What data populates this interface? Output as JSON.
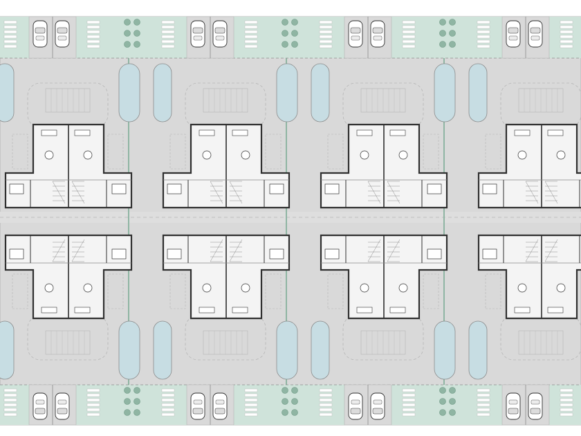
{
  "drawing": {
    "kind": "site-plan",
    "grid": {
      "columns": 4,
      "rows": 2
    },
    "units_per_block": 2,
    "cars_per_parking_row": 2,
    "colors": {
      "background": "#ffffff",
      "site": "#d9d9d9",
      "greenery": "#cfe3da",
      "pool": "#c7dde3",
      "wall": "#2f2f2f",
      "interior": "#f4f4f4",
      "line": "#8a8a8a",
      "light_line": "#b5b5b5",
      "plant": "#8fb5a3"
    },
    "icons": [
      "car-icon",
      "pool-icon",
      "tree-icon",
      "stair-icon",
      "sofa-icon",
      "dining-table-icon",
      "bed-icon"
    ]
  }
}
